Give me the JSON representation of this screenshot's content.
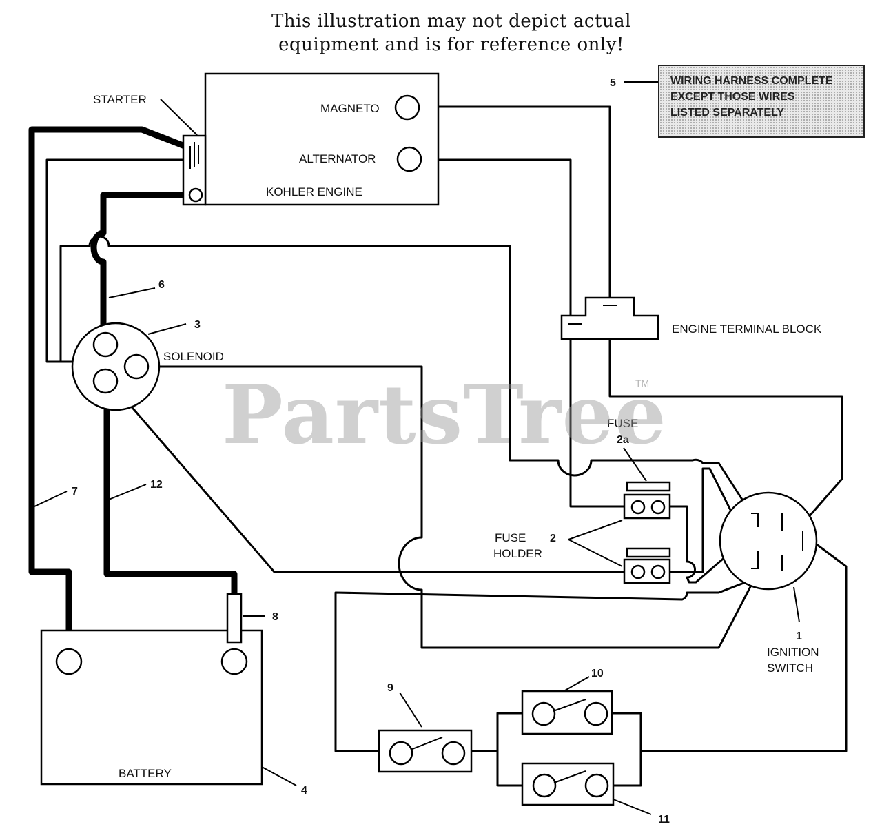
{
  "disclaimer": {
    "line1": "This illustration may not depict actual",
    "line2": "equipment and is for reference only!"
  },
  "watermark": {
    "text": "PartsTree",
    "tm": "TM"
  },
  "note": {
    "text": "WIRING HARNESS COMPLETE\nEXCEPT THOSE WIRES\nLISTED SEPARATELY"
  },
  "labels": {
    "starter": "STARTER",
    "magneto": "MAGNETO",
    "alternator": "ALTERNATOR",
    "kohler_engine": "KOHLER ENGINE",
    "engine_terminal_block": "ENGINE TERMINAL BLOCK",
    "solenoid": "SOLENOID",
    "fuse": "FUSE",
    "fuse_holder_1": "FUSE",
    "fuse_holder_2": "HOLDER",
    "ignition_1": "IGNITION",
    "ignition_2": "SWITCH",
    "battery": "BATTERY"
  },
  "callouts": {
    "n1": "1",
    "n2": "2",
    "n2a": "2a",
    "n3": "3",
    "n4": "4",
    "n5": "5",
    "n6": "6",
    "n7": "7",
    "n8": "8",
    "n9": "9",
    "n10": "10",
    "n11": "11",
    "n12": "12"
  }
}
